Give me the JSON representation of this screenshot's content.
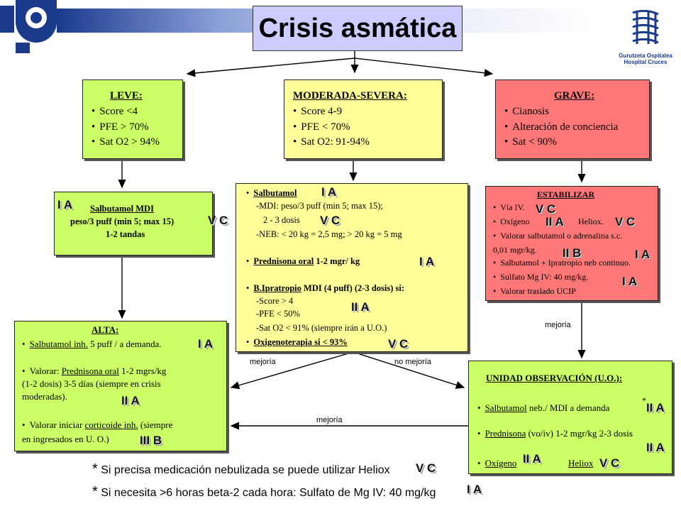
{
  "title": "Crisis asmática",
  "hospital": {
    "line1": "Gurutzeta Ospitalea",
    "line2": "Hospital Cruces"
  },
  "leve": {
    "heading": "LEVE:",
    "items": [
      "Score <4",
      "PFE > 70%",
      "Sat O2 > 94%"
    ]
  },
  "moderada": {
    "heading": "MODERADA-SEVERA:",
    "items": [
      "Score 4-9",
      "PFE < 70%",
      "Sat O2: 91-94%"
    ]
  },
  "grave": {
    "heading": "GRAVE:",
    "items": [
      "Cianosis",
      "Alteración de conciencia",
      "Sat < 90%"
    ]
  },
  "salbutamol_leve": {
    "ev1": "I A",
    "title": "Salbutamol MDI",
    "line2": "peso/3 puff (min 5; max 15)",
    "ev2": "V C",
    "line3": "1-2 tandas"
  },
  "moderada_tx": {
    "salb_title": "Salbutamol",
    "ev_salb": "I A",
    "mdi": "-MDI: peso/3 puff (min 5; max 15);",
    "dosis": "2 - 3 dosis",
    "ev_dosis": "V C",
    "neb": "-NEB: < 20 kg = 2,5 mg; > 20 kg =  5 mg",
    "pred_title": "Prednisona oral",
    "pred_text": "1-2 mgr/ kg",
    "ev_pred": "I A",
    "ipra_title": "B.Ipratropio",
    "ipra_text": "MDI (4 puff) (2-3 dosis) si:",
    "score": "-Score > 4",
    "ev_ipra": "II A",
    "pfe": "-PFE < 50%",
    "sat": "-Sat O2 < 91% (siempre irán a U.O.)",
    "oxi": "Oxigenoterapia  si < 93%",
    "ev_oxi": "V C"
  },
  "estabilizar": {
    "title": "ESTABILIZAR",
    "via": "Vía IV.",
    "ev_via": "V C",
    "oxi_a": "Oxígeno",
    "ev_oxi1": "II A",
    "oxi_b": "Heliox.",
    "ev_oxi2": "V C",
    "val1": "Valorar salbutamol o adrenalina s.c.",
    "val2": "0,01 mgr/kg.",
    "ev_val1": "II B",
    "ev_val2": "I A",
    "salb": "Salbutamol + Ipratropio neb continuo.",
    "sulf": "Sulfato Mg IV: 40 mg/kg.",
    "ev_sulf": "I A",
    "tras": "Valorar traslado UCIP"
  },
  "alta": {
    "title": "ALTA:",
    "salb_u": "Salbutamol inh.",
    "salb_t": "5 puff / a demanda.",
    "ev_salb": "I A",
    "val_a": "Valorar:",
    "val_u": "Prednisona oral",
    "val_b": "1-2 mgrs/kg",
    "val_c": "(1-2 dosis) 3-5 días (siempre en crisis",
    "val_d": "moderadas).",
    "ev_val": "II A",
    "ini_a": "Valorar iniciar",
    "ini_u": "corticoide inh.",
    "ini_b": "(siempre",
    "ini_c": "en ingresados en U. O.)",
    "ev_ini": "III B"
  },
  "uo": {
    "title": "UNIDAD OBSERVACIÓN (U.O.):",
    "salb_u": "Salbutamol",
    "salb_t": "neb./  MDI a demanda",
    "star": "*",
    "ev_salb": "II A",
    "pred_u": "Prednisona",
    "pred_t": "(vo/iv) 1-2 mgr/kg 2-3 dosis",
    "ev_pred": "II A",
    "oxi_u": "Oxígeno",
    "ev_oxi": "II A",
    "heliox_u": "Heliox",
    "ev_heliox": "V C"
  },
  "labels": {
    "mejoria1": "mejoría",
    "no_mejoria": "no mejoría",
    "mejoria2": "mejoría",
    "mejoria3": "mejoría"
  },
  "notes": {
    "star": "*",
    "n1": "Si precisa medicación nebulizada se puede utilizar Heliox",
    "ev1": "V C",
    "n2": "Si necesita >6 horas beta-2 cada hora: Sulfato de Mg IV: 40 mg/kg",
    "ev2": "I A"
  },
  "colors": {
    "leve": "#ccff66",
    "moderada": "#ffff99",
    "grave": "#ff7777",
    "title_bg": "#ccccff",
    "logo_blue": "#1a3a8c"
  }
}
